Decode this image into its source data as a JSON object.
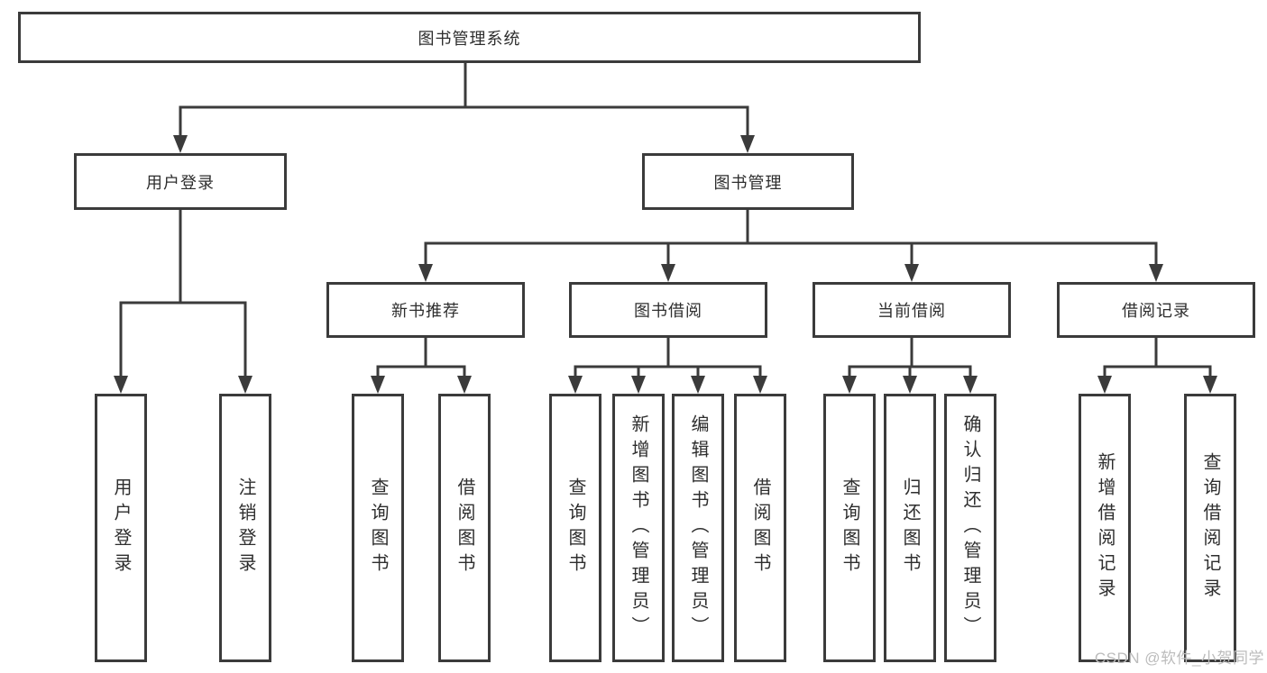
{
  "root": {
    "label": "图书管理系统"
  },
  "level2": [
    {
      "label": "用户登录"
    },
    {
      "label": "图书管理"
    }
  ],
  "level3": [
    {
      "label": "新书推荐",
      "parent": "图书管理"
    },
    {
      "label": "图书借阅",
      "parent": "图书管理"
    },
    {
      "label": "当前借阅",
      "parent": "图书管理"
    },
    {
      "label": "借阅记录",
      "parent": "图书管理"
    }
  ],
  "leaves": [
    {
      "label": "用户登录",
      "parent": "用户登录"
    },
    {
      "label": "注销登录",
      "parent": "用户登录"
    },
    {
      "label": "查询图书",
      "parent": "新书推荐"
    },
    {
      "label": "借阅图书",
      "parent": "新书推荐"
    },
    {
      "label": "查询图书",
      "parent": "图书借阅"
    },
    {
      "label": "新增图书（管理员）",
      "parent": "图书借阅"
    },
    {
      "label": "编辑图书（管理员）",
      "parent": "图书借阅"
    },
    {
      "label": "借阅图书",
      "parent": "图书借阅"
    },
    {
      "label": "查询图书",
      "parent": "当前借阅"
    },
    {
      "label": "归还图书",
      "parent": "当前借阅"
    },
    {
      "label": "确认归还（管理员）",
      "parent": "当前借阅"
    },
    {
      "label": "新增借阅记录",
      "parent": "借阅记录"
    },
    {
      "label": "查询借阅记录",
      "parent": "借阅记录"
    }
  ],
  "hierarchy": {
    "图书管理系统": [
      "用户登录",
      "图书管理"
    ],
    "用户登录": [
      "用户登录",
      "注销登录"
    ],
    "图书管理": [
      "新书推荐",
      "图书借阅",
      "当前借阅",
      "借阅记录"
    ],
    "新书推荐": [
      "查询图书",
      "借阅图书"
    ],
    "图书借阅": [
      "查询图书",
      "新增图书（管理员）",
      "编辑图书（管理员）",
      "借阅图书"
    ],
    "当前借阅": [
      "查询图书",
      "归还图书",
      "确认归还（管理员）"
    ],
    "借阅记录": [
      "新增借阅记录",
      "查询借阅记录"
    ]
  },
  "watermark": {
    "text": "CSDN @软件_小贺同学"
  },
  "colors": {
    "line": "#3b3b3b",
    "box_border": "#3b3b3b",
    "text": "#2e2e2e",
    "watermark": "#bcbcbc",
    "background": "#ffffff"
  }
}
